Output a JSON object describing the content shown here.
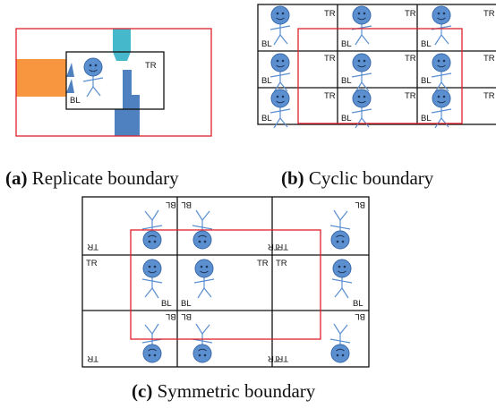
{
  "panels": {
    "a": {
      "caption_tag": "(a)",
      "caption_text": "Replicate boundary",
      "label_tr": "TR",
      "label_bl": "BL"
    },
    "b": {
      "caption_tag": "(b)",
      "caption_text": "Cyclic boundary",
      "label_tr": "TR",
      "label_bl": "BL"
    },
    "c": {
      "caption_tag": "(c)",
      "caption_text": "Symmetric boundary",
      "label_tr": "TR",
      "label_bl": "BL"
    }
  },
  "colors": {
    "figure_blue": "#5b8fd0",
    "figure_outline": "#3a6aa8",
    "orange": "#f7963f",
    "cyan": "#45b8cc",
    "steel_blue": "#4f81c0",
    "red_frame": "#e0202a",
    "grid": "#111111"
  }
}
